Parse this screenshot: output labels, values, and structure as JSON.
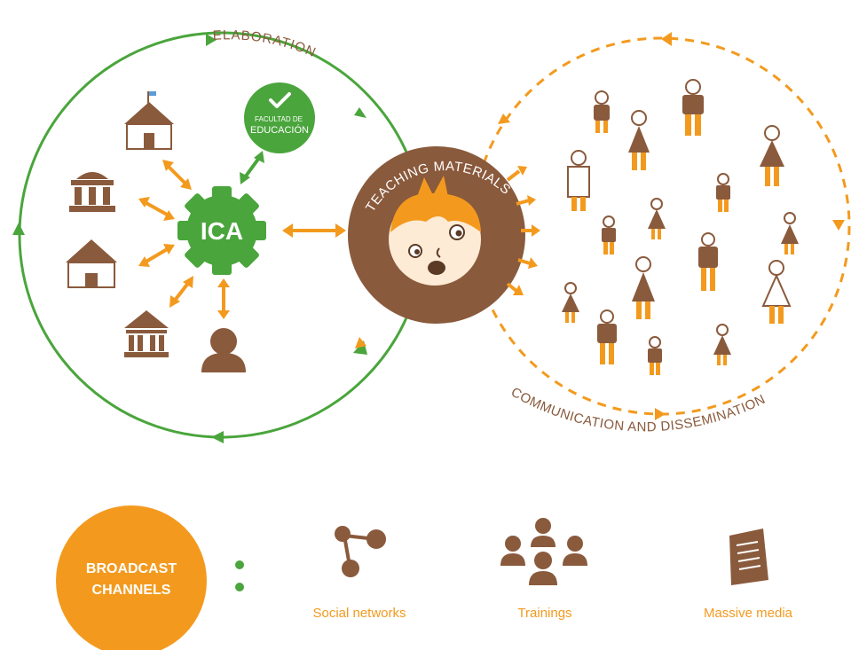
{
  "diagram": {
    "labels": {
      "elaboration": "ELABORATION",
      "communication": "COMMUNICATION AND DISSEMINATION",
      "teaching_materials": "TEACHING MATERIALS",
      "ica": "ICA",
      "faculty_line1": "FACULTAD DE",
      "faculty_line2": "EDUCACIÓN"
    },
    "legend": {
      "broadcast_line1": "BROADCAST",
      "broadcast_line2": "CHANNELS",
      "items": [
        {
          "label": "Social networks",
          "icon": "share-icon"
        },
        {
          "label": "Trainings",
          "icon": "group-icon"
        },
        {
          "label": "Massive media",
          "icon": "newspaper-icon"
        }
      ]
    },
    "colors": {
      "green": "#4aa53c",
      "brown": "#8a5a3c",
      "orange": "#f39a1e",
      "skin": "#fdebd6"
    }
  }
}
